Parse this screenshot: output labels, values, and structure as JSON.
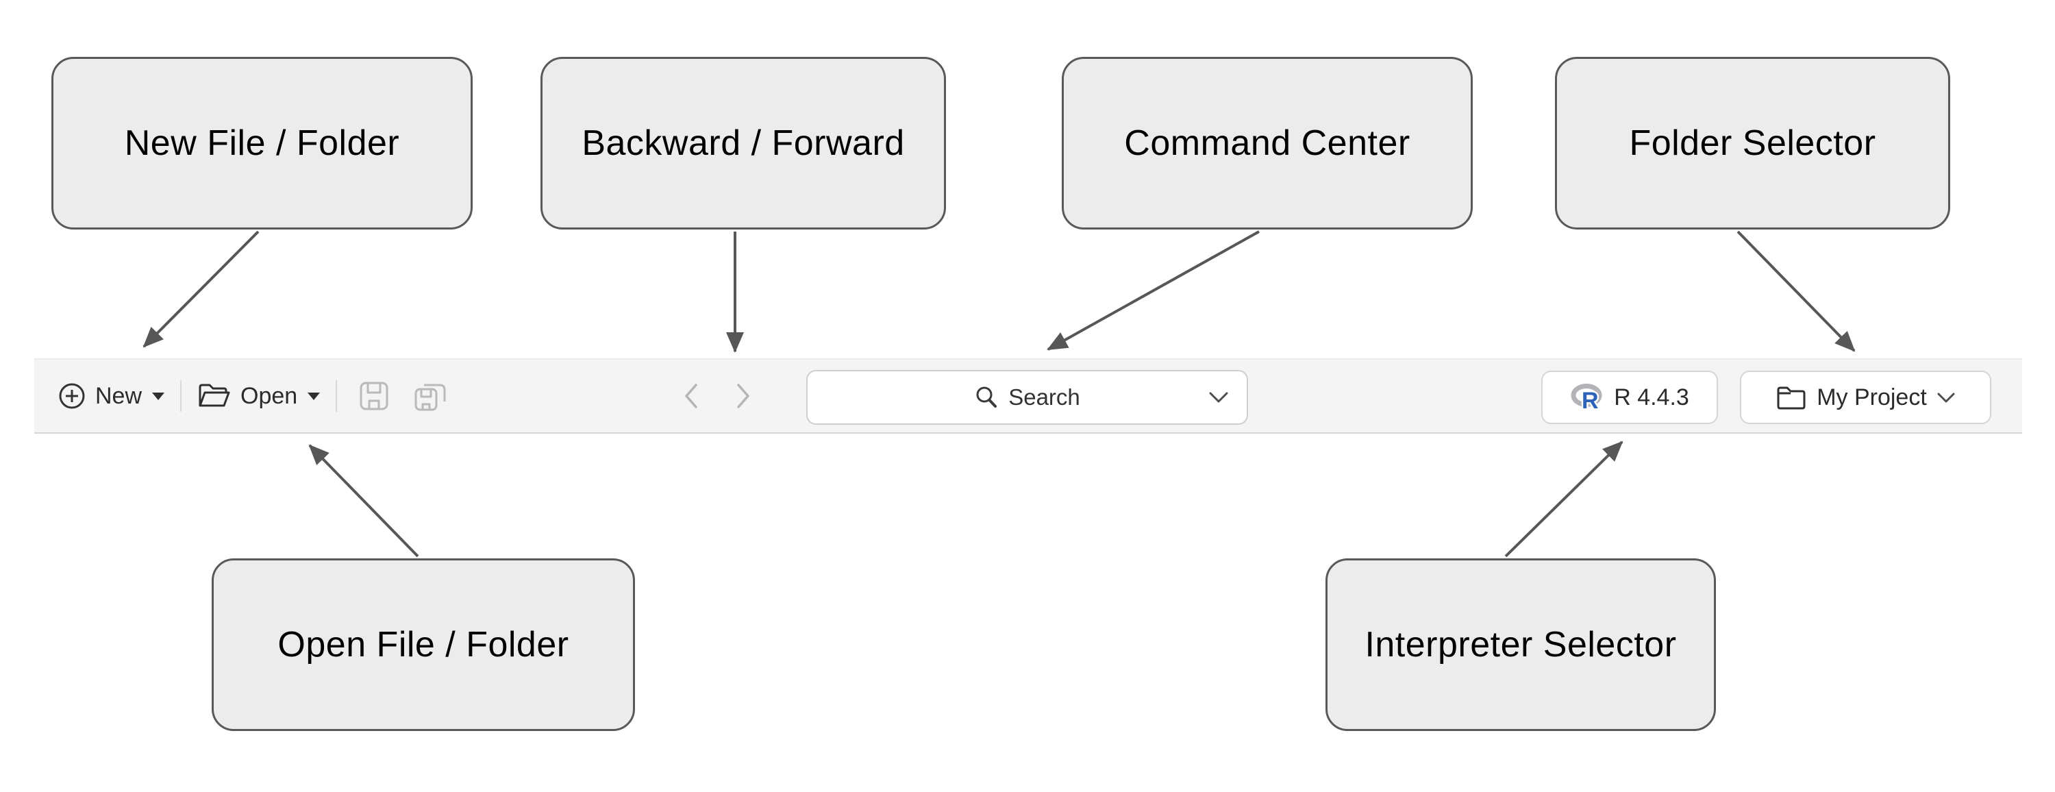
{
  "callouts": {
    "new_file_folder": "New File / Folder",
    "backward_forward": "Backward / Forward",
    "command_center": "Command Center",
    "folder_selector": "Folder Selector",
    "open_file_folder": "Open File / Folder",
    "interpreter_selector": "Interpreter Selector"
  },
  "toolbar": {
    "new_label": "New",
    "open_label": "Open",
    "search_placeholder": "Search",
    "interpreter_label": "R 4.4.3",
    "project_label": "My Project"
  },
  "icons": {
    "plus_circle": "plus-circle-icon",
    "caret_down": "caret-down-icon",
    "open_folder": "open-folder-icon",
    "save": "save-icon",
    "save_all": "save-all-icon",
    "back": "back-arrow-icon",
    "forward": "forward-arrow-icon",
    "search": "search-icon",
    "chevron_down": "chevron-down-icon",
    "r_logo": "r-logo-icon",
    "folder": "folder-icon"
  },
  "colors": {
    "callout_fill": "#ececec",
    "callout_border": "#595959",
    "toolbar_bg": "#f4f4f4",
    "arrow": "#575757",
    "disabled_gray": "#b9b9b9",
    "r_logo_blue": "#2c62b8",
    "r_logo_ring": "#b3b3b8"
  }
}
